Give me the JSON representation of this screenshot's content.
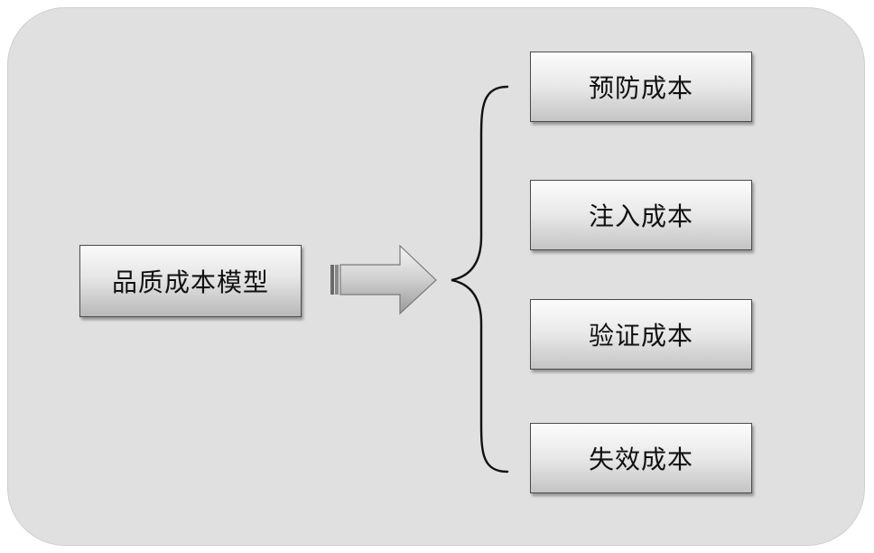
{
  "diagram": {
    "root": {
      "label": "品质成本模型"
    },
    "branches": [
      {
        "label": "预防成本"
      },
      {
        "label": "注入成本"
      },
      {
        "label": "验证成本"
      },
      {
        "label": "失效成本"
      }
    ]
  },
  "colors": {
    "panel": "#e0e0e0",
    "box_border": "#4a4a4a",
    "text": "#111111",
    "brace": "#111111"
  }
}
